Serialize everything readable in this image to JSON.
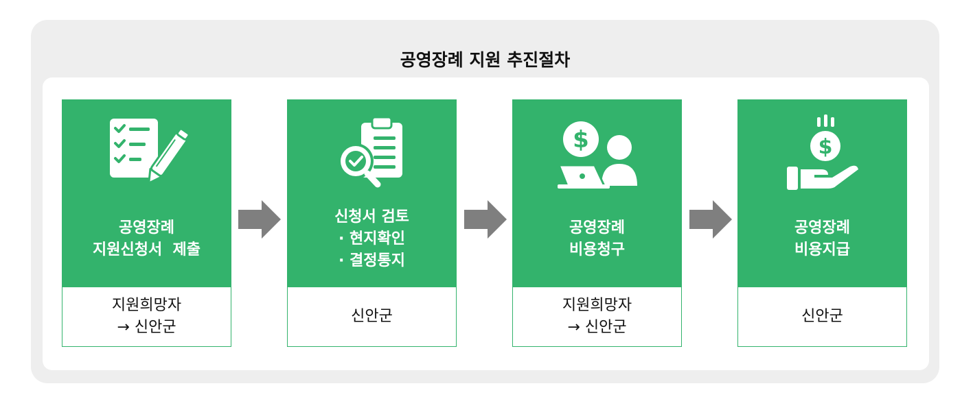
{
  "title": "공영장례 지원 추진절차",
  "colors": {
    "accent": "#33b36c",
    "arrow": "#7f7f7f",
    "panel": "#eeeeee"
  },
  "steps": [
    {
      "icon": "checklist-pen-icon",
      "label": [
        "공영장례",
        "지원신청서  제출"
      ],
      "actor": [
        "지원희망자",
        "→ 신안군"
      ]
    },
    {
      "icon": "clipboard-magnifier-icon",
      "label": [
        "신청서 검토",
        "· 현지확인",
        "· 결정통지"
      ],
      "actor": [
        "신안군"
      ]
    },
    {
      "icon": "person-laptop-dollar-icon",
      "label": [
        "공영장례",
        "비용청구"
      ],
      "actor": [
        "지원희망자",
        "→ 신안군"
      ]
    },
    {
      "icon": "hand-coin-icon",
      "label": [
        "공영장례",
        "비용지급"
      ],
      "actor": [
        "신안군"
      ]
    }
  ]
}
